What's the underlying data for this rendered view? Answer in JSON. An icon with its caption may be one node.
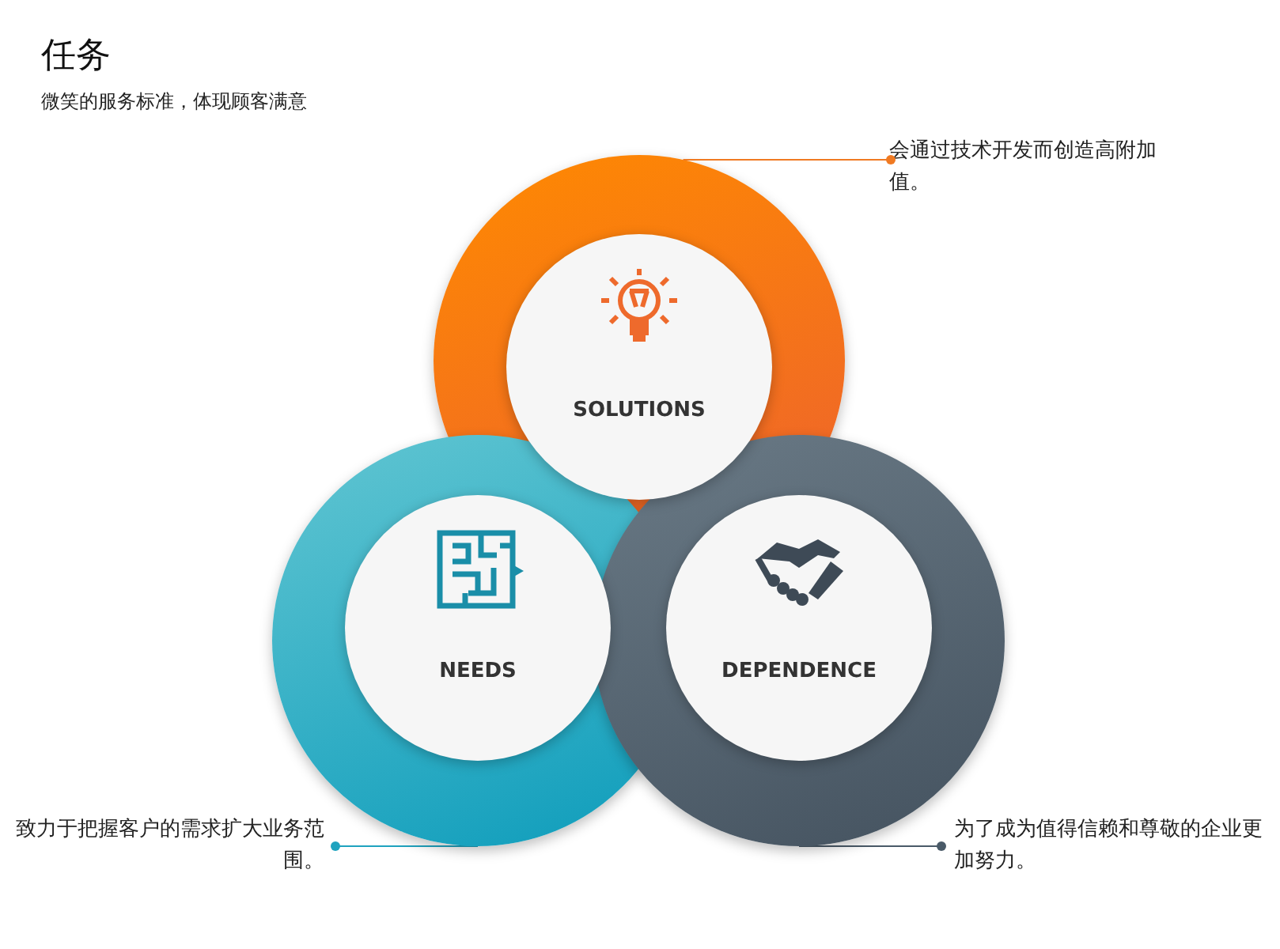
{
  "diagram": {
    "title": "任务",
    "nodes": [
      {
        "text": [
          "SOLUTIONS"
        ]
      },
      {
        "text": [
          "NEEDS"
        ]
      },
      {
        "text": [
          "DEPENDENCE"
        ]
      },
      {
        "text": [
          "会通过技术开发而创造高附加值。"
        ]
      },
      {
        "text": [
          "致力于把握客户的需求扩大业务范围。"
        ]
      },
      {
        "text": [
          "为了成为值得信赖和尊敬的企业更加努力。"
        ]
      }
    ],
    "edges": [
      {
        "from": 3,
        "to": 0,
        "arrow": "other",
        "color": "#f07a22"
      },
      {
        "from": 4,
        "to": 1,
        "arrow": "other",
        "color": "#1fa3bf"
      },
      {
        "from": 5,
        "to": 2,
        "arrow": "other",
        "color": "#4a5a68"
      }
    ],
    "labels": [
      "微笑的服务标准，体现顾客满意"
    ]
  }
}
